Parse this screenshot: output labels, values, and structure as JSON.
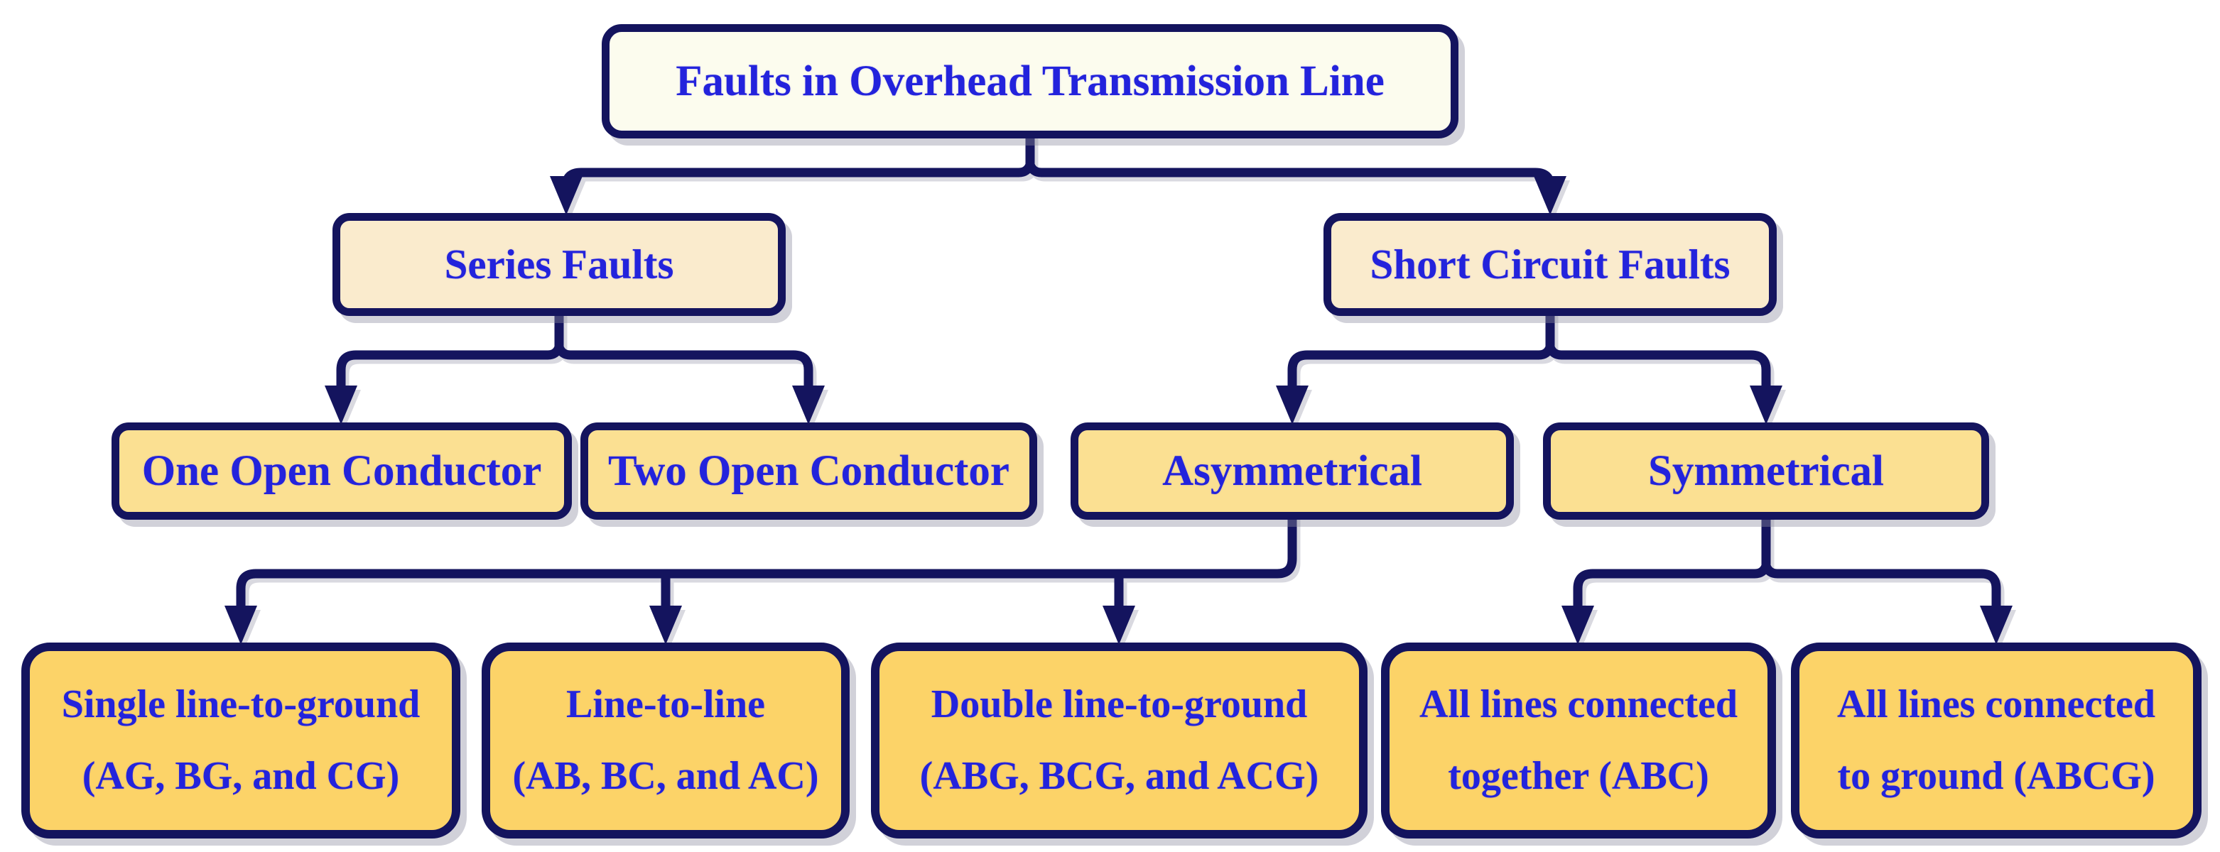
{
  "diagram": {
    "colors": {
      "background": "#FFFFFF",
      "border_navy": "#14145E",
      "text_blue": "#2323DC",
      "root_fill": "#FCFCEE",
      "level2_fill": "#FAEBCD",
      "level3_fill": "#FBE092",
      "level4_fill": "#FCD368"
    },
    "nodes": {
      "root": {
        "label": "Faults in Overhead Transmission Line"
      },
      "series_faults": {
        "label": "Series Faults"
      },
      "short_circuit_faults": {
        "label": "Short Circuit Faults"
      },
      "one_open_conductor": {
        "label": "One Open Conductor"
      },
      "two_open_conductor": {
        "label": "Two Open Conductor"
      },
      "asymmetrical": {
        "label": "Asymmetrical"
      },
      "symmetrical": {
        "label": "Symmetrical"
      },
      "single_line_to_ground": {
        "line1": "Single line-to-ground",
        "line2": "(AG, BG, and CG)"
      },
      "line_to_line": {
        "line1": "Line-to-line",
        "line2": "(AB, BC, and AC)"
      },
      "double_line_to_ground": {
        "line1": "Double line-to-ground",
        "line2": "(ABG, BCG, and ACG)"
      },
      "all_lines_together": {
        "line1": "All lines connected",
        "line2": "together (ABC)"
      },
      "all_lines_to_ground": {
        "line1": "All lines connected",
        "line2": "to ground (ABCG)"
      }
    }
  }
}
